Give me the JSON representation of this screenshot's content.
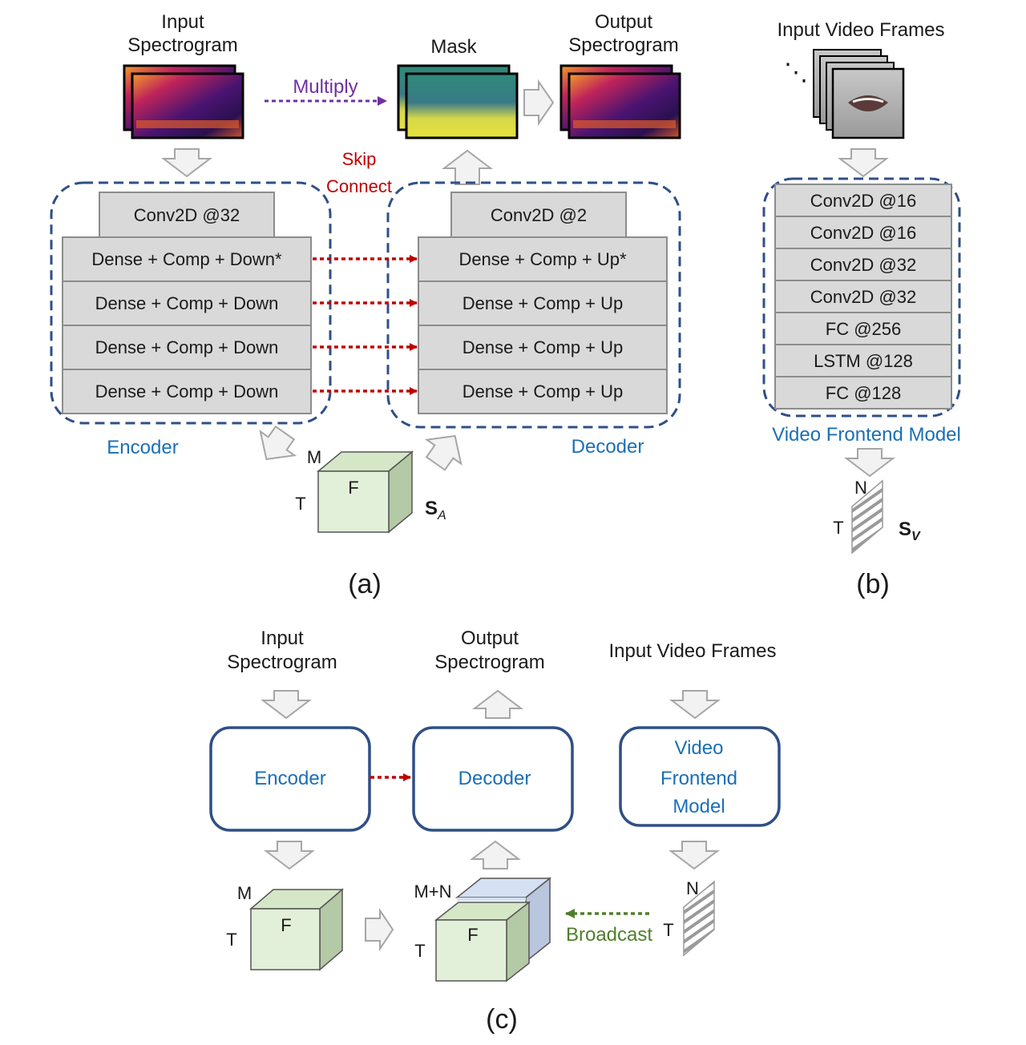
{
  "panel_a": {
    "input_spectrogram": [
      "Input",
      "Spectrogram"
    ],
    "mask": "Mask",
    "output_spectrogram": [
      "Output",
      "Spectrogram"
    ],
    "multiply": "Multiply",
    "skip_connect": [
      "Skip",
      "Connect"
    ],
    "encoder_conv": "Conv2D @32",
    "encoder_layers": [
      "Dense + Comp + Down*",
      "Dense + Comp + Down",
      "Dense + Comp + Down",
      "Dense + Comp + Down"
    ],
    "decoder_conv": "Conv2D @2",
    "decoder_layers": [
      "Dense + Comp + Up*",
      "Dense + Comp + Up",
      "Dense + Comp + Up",
      "Dense + Comp + Up"
    ],
    "encoder_label": "Encoder",
    "decoder_label": "Decoder",
    "cube": {
      "m": "M",
      "t": "T",
      "f": "F",
      "name": "S",
      "sub": "A"
    },
    "caption": "(a)"
  },
  "panel_b": {
    "input_video_frames": "Input Video Frames",
    "dots": "⋱",
    "layers": [
      "Conv2D @16",
      "Conv2D @16",
      "Conv2D @32",
      "Conv2D @32",
      "FC @256",
      "LSTM @128",
      "FC @128"
    ],
    "model_label": "Video Frontend Model",
    "slab": {
      "n": "N",
      "t": "T",
      "name": "S",
      "sub": "V"
    },
    "caption": "(b)"
  },
  "panel_c": {
    "input_spectrogram": [
      "Input",
      "Spectrogram"
    ],
    "output_spectrogram": [
      "Output",
      "Spectrogram"
    ],
    "input_video_frames": "Input Video Frames",
    "encoder": "Encoder",
    "decoder": "Decoder",
    "video_frontend": [
      "Video",
      "Frontend",
      "Model"
    ],
    "cube1": {
      "m": "M",
      "t": "T",
      "f": "F"
    },
    "cube2": {
      "m": "M+N",
      "t": "T",
      "f": "F"
    },
    "broadcast": "Broadcast",
    "slab": {
      "n": "N",
      "t": "T"
    },
    "caption": "(c)"
  },
  "colors": {
    "label_blue": "#1a6fb5",
    "skip_red": "#c00000",
    "multiply_purple": "#7030a0",
    "broadcast_green": "#4f7f2b",
    "dashed_border": "#2f4f86",
    "layer_gray": "#d9d9d9",
    "cube_green": "#e2efd9",
    "cube_blue": "#d6e0f3"
  }
}
